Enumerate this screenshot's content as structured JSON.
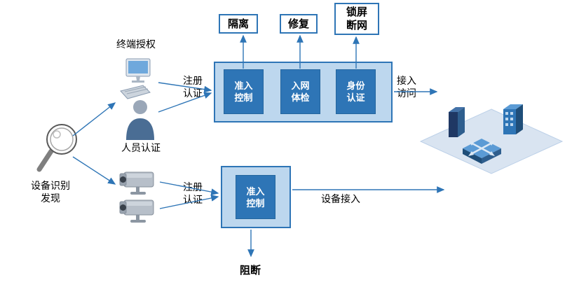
{
  "colors": {
    "panel_fill": "#bdd7ee",
    "panel_border": "#2e75b6",
    "stage_fill": "#2e75b6",
    "stage_text": "#ffffff",
    "arrow": "#2e75b6",
    "label_text": "#000000"
  },
  "left": {
    "discovery_label": "设备识别\n发现",
    "terminal_label": "终端授权",
    "person_label": "人员认证",
    "register_label_top": "注册\n认证",
    "register_label_bottom": "注册\n认证"
  },
  "top_flow": {
    "stages": [
      "准入\n控制",
      "入网\n体检",
      "身份\n认证"
    ],
    "actions": [
      "隔离",
      "修复",
      "锁屏\n断网"
    ],
    "access_label": "接入\n访问"
  },
  "bottom_flow": {
    "stage": "准入\n控制",
    "device_access_label": "设备接入",
    "block_label": "阻断"
  },
  "icons": {
    "magnifier": "magnifier-icon",
    "computer": "computer-icon",
    "person": "person-icon",
    "camera": "camera-icon",
    "network": "network-cluster-icon"
  }
}
